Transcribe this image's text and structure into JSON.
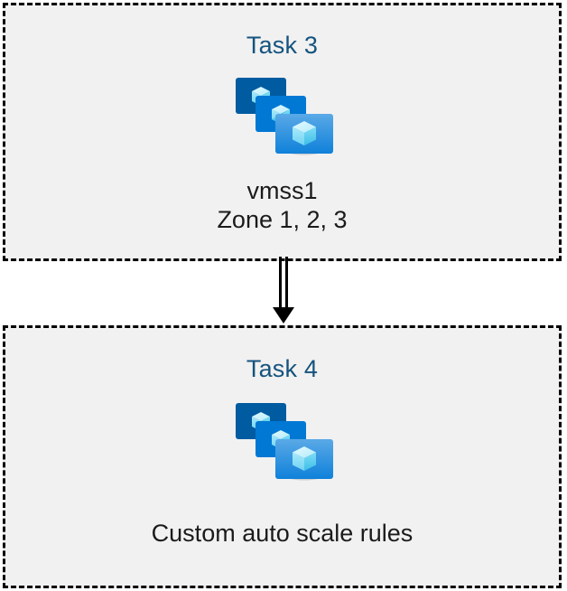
{
  "diagram": {
    "type": "flow",
    "background_color": "#ffffff",
    "box_fill_color": "#f1f1f1",
    "box_border_color": "#000000",
    "box_border_style": "dashed",
    "title_color": "#15537e",
    "caption_color": "#1b1b1b",
    "connector": {
      "name": "double-line-arrow",
      "direction": "down",
      "from": "Task 3",
      "to": "Task 4",
      "color": "#000000",
      "style": "double"
    },
    "nodes": [
      {
        "id": "task-3",
        "title": "Task 3",
        "icon": "azure-vm-scale-set-icon",
        "caption_lines": [
          "vmss1",
          "Zone 1, 2, 3"
        ],
        "caption": "vmss1\nZone 1, 2, 3"
      },
      {
        "id": "task-4",
        "title": "Task 4",
        "icon": "azure-vm-scale-set-icon",
        "caption_lines": [
          "Custom auto scale rules"
        ],
        "caption": "Custom auto scale rules"
      }
    ]
  },
  "icon_colors": {
    "monitor_back": "#005BA1",
    "monitor_mid": "#0078D4",
    "monitor_front_top": "#5AA9E6",
    "monitor_front_bottom": "#0F81DA",
    "cube_light": "#C3F1FF",
    "cube_mid": "#9CEBFF",
    "cube_dark": "#50CFF0",
    "stand": "#B3B3B3"
  }
}
